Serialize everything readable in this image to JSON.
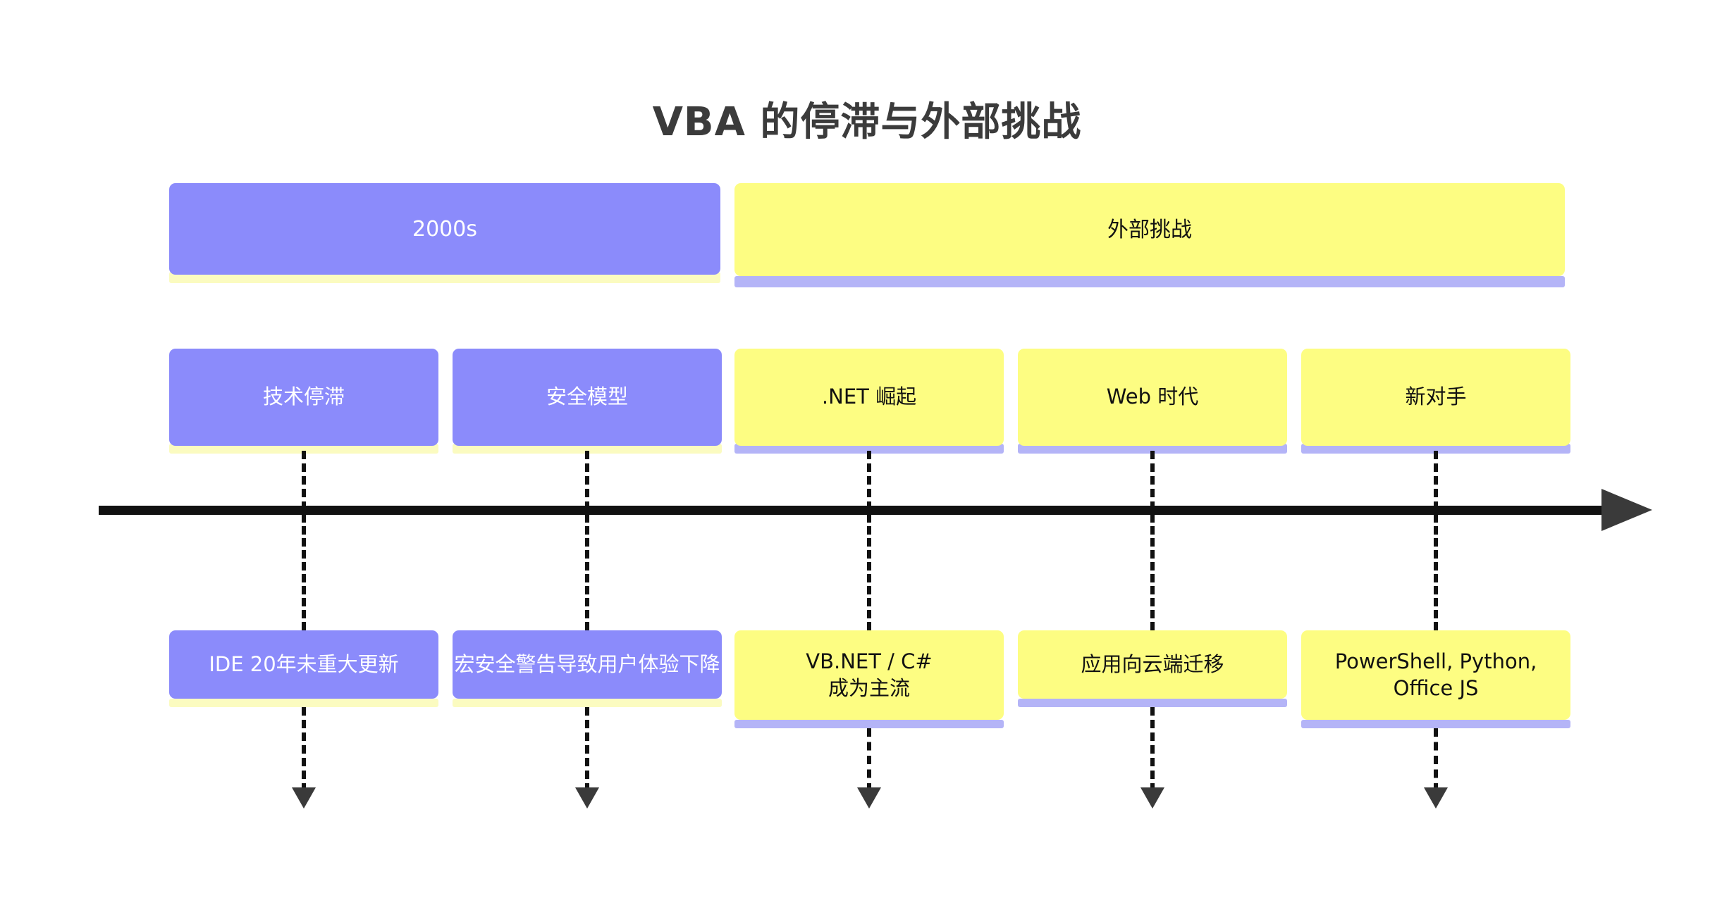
{
  "page": {
    "title": "VBA 的停滞与外部挑战",
    "background": "#ffffff",
    "title_color": "#3b3b3b"
  },
  "palette": {
    "purple": "#8b8bfb",
    "yellow": "#fdfd82",
    "purple_shadow": "#b4b4f7",
    "yellow_shadow": "#fbfbc0",
    "line": "#111111",
    "arrow": "#3a3a3a"
  },
  "headers": [
    {
      "label": "2000s",
      "theme": "purple"
    },
    {
      "label": "外部挑战",
      "theme": "yellow"
    }
  ],
  "timeline": {
    "axis_label": "",
    "direction": "right",
    "columns": [
      {
        "id": "tech-stagnation",
        "theme": "purple",
        "top_label": "技术停滞",
        "bottom_label": "IDE 20年未重大更新"
      },
      {
        "id": "security-model",
        "theme": "purple",
        "top_label": "安全模型",
        "bottom_label": "宏安全警告导致用户体验下降"
      },
      {
        "id": "dotnet-rise",
        "theme": "yellow",
        "top_label": ".NET 崛起",
        "bottom_label": "VB.NET / C#\n成为主流",
        "bottom_line1": "VB.NET / C#",
        "bottom_line2": "成为主流"
      },
      {
        "id": "web-era",
        "theme": "yellow",
        "top_label": "Web 时代",
        "bottom_label": "应用向云端迁移"
      },
      {
        "id": "new-rivals",
        "theme": "yellow",
        "top_label": "新对手",
        "bottom_label": "PowerShell, Python,\nOffice JS",
        "bottom_line1": "PowerShell, Python,",
        "bottom_line2": "Office JS"
      }
    ]
  }
}
